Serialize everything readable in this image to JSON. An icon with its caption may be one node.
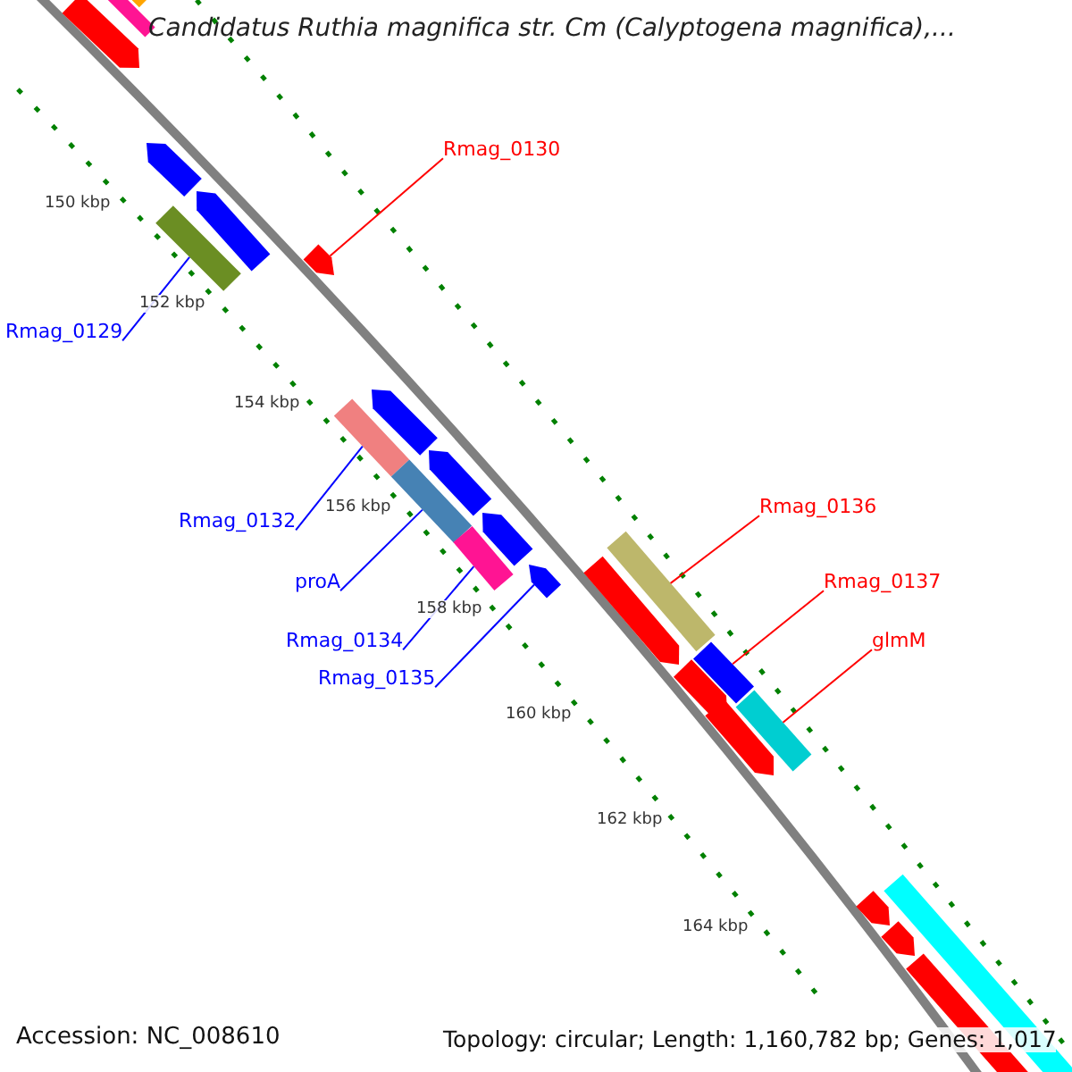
{
  "diagram": {
    "title": "Candidatus Ruthia magnifica str. Cm (Calyptogena magnifica),...",
    "nodes": [
      {
        "text": [
          "Rmag_0130"
        ]
      },
      {
        "text": [],
        "shape": "arrow"
      },
      {
        "text": [
          "Rmag_0129"
        ]
      },
      {
        "text": [],
        "shape": "bar"
      },
      {
        "text": [
          "Rmag_0132"
        ]
      },
      {
        "text": [],
        "shape": "bar"
      },
      {
        "text": [
          "Rmag_0136"
        ]
      },
      {
        "text": [],
        "shape": "bar"
      },
      {
        "text": [
          "proA"
        ]
      },
      {
        "text": [],
        "shape": "bar"
      },
      {
        "text": [
          "Rmag_0137"
        ]
      },
      {
        "text": [],
        "shape": "bar"
      },
      {
        "text": [
          "Rmag_0134"
        ]
      },
      {
        "text": [],
        "shape": "bar"
      },
      {
        "text": [
          "glmM"
        ]
      },
      {
        "text": [],
        "shape": "bar"
      },
      {
        "text": [
          "Rmag_0135"
        ]
      },
      {
        "text": [],
        "shape": "arrow"
      },
      {
        "text": [],
        "shape": "arrow"
      },
      {
        "text": [],
        "shape": "bar"
      },
      {
        "text": [],
        "shape": "bar"
      },
      {
        "text": [],
        "shape": "arrow"
      },
      {
        "text": [],
        "shape": "arrow"
      },
      {
        "text": [],
        "shape": "arrow"
      },
      {
        "text": [],
        "shape": "arrow"
      },
      {
        "text": [],
        "shape": "arrow"
      },
      {
        "text": [],
        "shape": "arrow"
      },
      {
        "text": [],
        "shape": "arrow"
      },
      {
        "text": [],
        "shape": "arrow"
      },
      {
        "text": [],
        "shape": "bar"
      },
      {
        "text": [],
        "shape": "arrow"
      },
      {
        "text": [],
        "shape": "arrow"
      },
      {
        "text": [],
        "shape": "bar"
      }
    ],
    "edges": [
      {
        "from": 0,
        "to": 1,
        "arrow": "none",
        "color": "#ff0000"
      },
      {
        "from": 2,
        "to": 3,
        "arrow": "none"
      },
      {
        "from": 4,
        "to": 5,
        "arrow": "none"
      },
      {
        "from": 6,
        "to": 7,
        "arrow": "none",
        "color": "#ff0000"
      },
      {
        "from": 8,
        "to": 9,
        "arrow": "none"
      },
      {
        "from": 10,
        "to": 11,
        "arrow": "none",
        "color": "#ff0000"
      },
      {
        "from": 12,
        "to": 13,
        "arrow": "none"
      },
      {
        "from": 14,
        "to": 15,
        "arrow": "none",
        "color": "#ff0000"
      },
      {
        "from": 16,
        "to": 17,
        "arrow": "none"
      }
    ],
    "labels": [
      "150 kbp",
      "152 kbp",
      "154 kbp",
      "156 kbp",
      "158 kbp",
      "160 kbp",
      "162 kbp",
      "164 kbp",
      "Accession: NC_008610",
      "Topology: circular; Length: 1,160,782 bp; Genes: 1,017"
    ]
  }
}
